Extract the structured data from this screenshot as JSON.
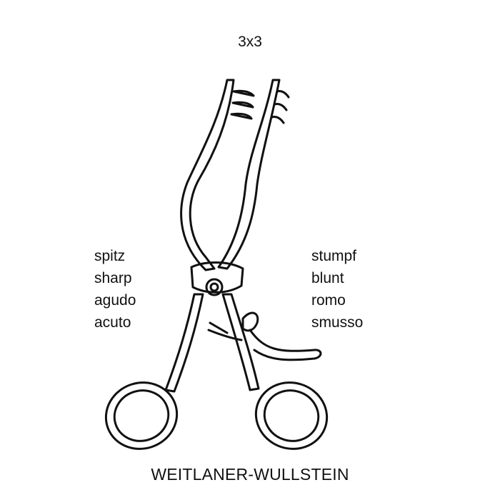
{
  "teeth_config": "3x3",
  "left_labels": [
    "spitz",
    "sharp",
    "agudo",
    "acuto"
  ],
  "right_labels": [
    "stumpf",
    "blunt",
    "romo",
    "smusso"
  ],
  "product_name": "WEITLANER-WULLSTEIN"
}
